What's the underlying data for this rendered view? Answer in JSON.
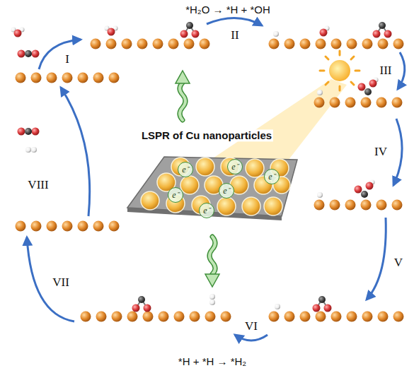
{
  "diagram": {
    "nodes": [
      {
        "text": [
          "e⁻"
        ]
      },
      {
        "text": [
          "e⁻"
        ]
      },
      {
        "text": [
          "e⁻"
        ]
      },
      {
        "text": [
          "e⁻"
        ]
      },
      {
        "text": [
          "e⁻"
        ]
      },
      {
        "text": [
          "e⁻"
        ]
      }
    ],
    "labels": [
      "*H₂O → *H + *OH",
      "I",
      "II",
      "III",
      "IV",
      "V",
      "VI",
      "VII",
      "VIII",
      "LSPR of Cu nanoparticles",
      "*H + *H → *H₂"
    ]
  }
}
